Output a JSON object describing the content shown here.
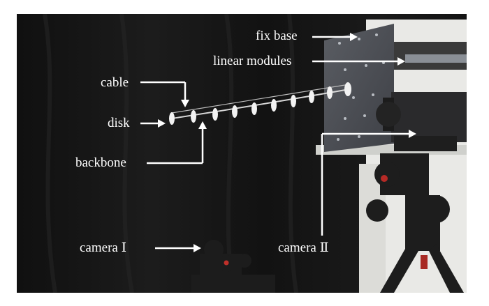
{
  "figure": {
    "labels": {
      "fix_base": "fix base",
      "linear_modules": "linear modules",
      "cable": "cable",
      "disk": "disk",
      "backbone": "backbone",
      "camera_1": "camera Ⅰ",
      "camera_2": "camera Ⅱ"
    },
    "colors": {
      "background_cloth": "#161616",
      "annotation": "#ffffff",
      "base_plate": "#4a4c52",
      "camera_body": "#2a2a2c"
    }
  }
}
